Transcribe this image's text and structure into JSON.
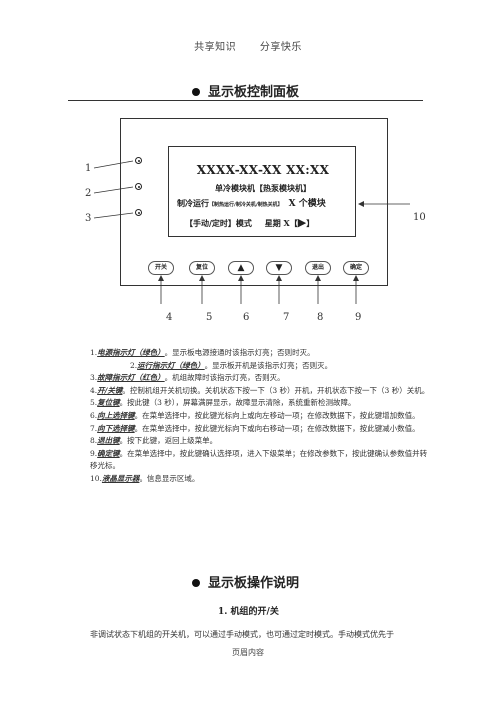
{
  "header": {
    "left": "共享知识",
    "right": "分享快乐"
  },
  "section1_title": "显示板控制面板",
  "screen": {
    "line1": "XXXX-XX-XX     XX:XX",
    "line2": "单冷模块机【热泵模块机】",
    "line3_main": "制冷运行",
    "line3_small": "【制热运行/制冷关机/制热关机】",
    "line3_right": "X 个模块",
    "line4_mode": "【手动/定时】模式",
    "line4_week": "星期 X【",
    "line4_play": "▶",
    "line4_end": "】"
  },
  "buttons": [
    "开关",
    "复位",
    "▲",
    "▼",
    "退出",
    "确定"
  ],
  "callouts": {
    "left": [
      "1",
      "2",
      "3"
    ],
    "right": "10",
    "bottom": [
      "4",
      "5",
      "6",
      "7",
      "8",
      "9"
    ]
  },
  "items": [
    {
      "num": "1.",
      "term": "电源指示灯（绿色）",
      "text": "。显示板电源接通时该指示灯亮；否则时灭。"
    },
    {
      "num": "2.",
      "term": "运行指示灯（绿色）",
      "text": "。显示板开机是该指示灯亮；否则灭。"
    },
    {
      "num": "3.",
      "term": "故障指示灯（红色）",
      "text": "。机组故障时该指示灯亮，否则灭。"
    },
    {
      "num": "4.",
      "term": "开/关键",
      "text": "。控制机组开关机切换。关机状态下按一下（3 秒）开机，开机状态下按一下（3 秒）关机。"
    },
    {
      "num": "5.",
      "term": "复位键",
      "text": "。按此键（3 秒），屏幕满屏显示，故障显示清除，系统重新检测故障。"
    },
    {
      "num": "6.",
      "term": "向上选择键",
      "text": "。在菜单选择中，按此键光标向上或向左移动一项；在修改数据下，按此键增加数值。"
    },
    {
      "num": "7.",
      "term": "向下选择键",
      "text": "。在菜单选择中，按此键光标向下或向右移动一项；在修改数据下，按此键减小数值。"
    },
    {
      "num": "8.",
      "term": "退出键",
      "text": "。按下此键，返回上级菜单。"
    },
    {
      "num": "9.",
      "term": "确定键",
      "text": "。在菜单选择中，按此键确认选择项，进入下级菜单；在修改参数下，按此键确认参数值并转移光标。"
    },
    {
      "num": "10.",
      "term": "液晶显示器",
      "text": "。信息显示区域。"
    }
  ],
  "section2_title": "显示板操作说明",
  "sub1": {
    "num": "1.",
    "title": "机组的开/关"
  },
  "body": "非调试状态下机组的开关机，可以通过手动模式，也可通过定时模式。手动模式优先于",
  "footer": "页眉内容"
}
